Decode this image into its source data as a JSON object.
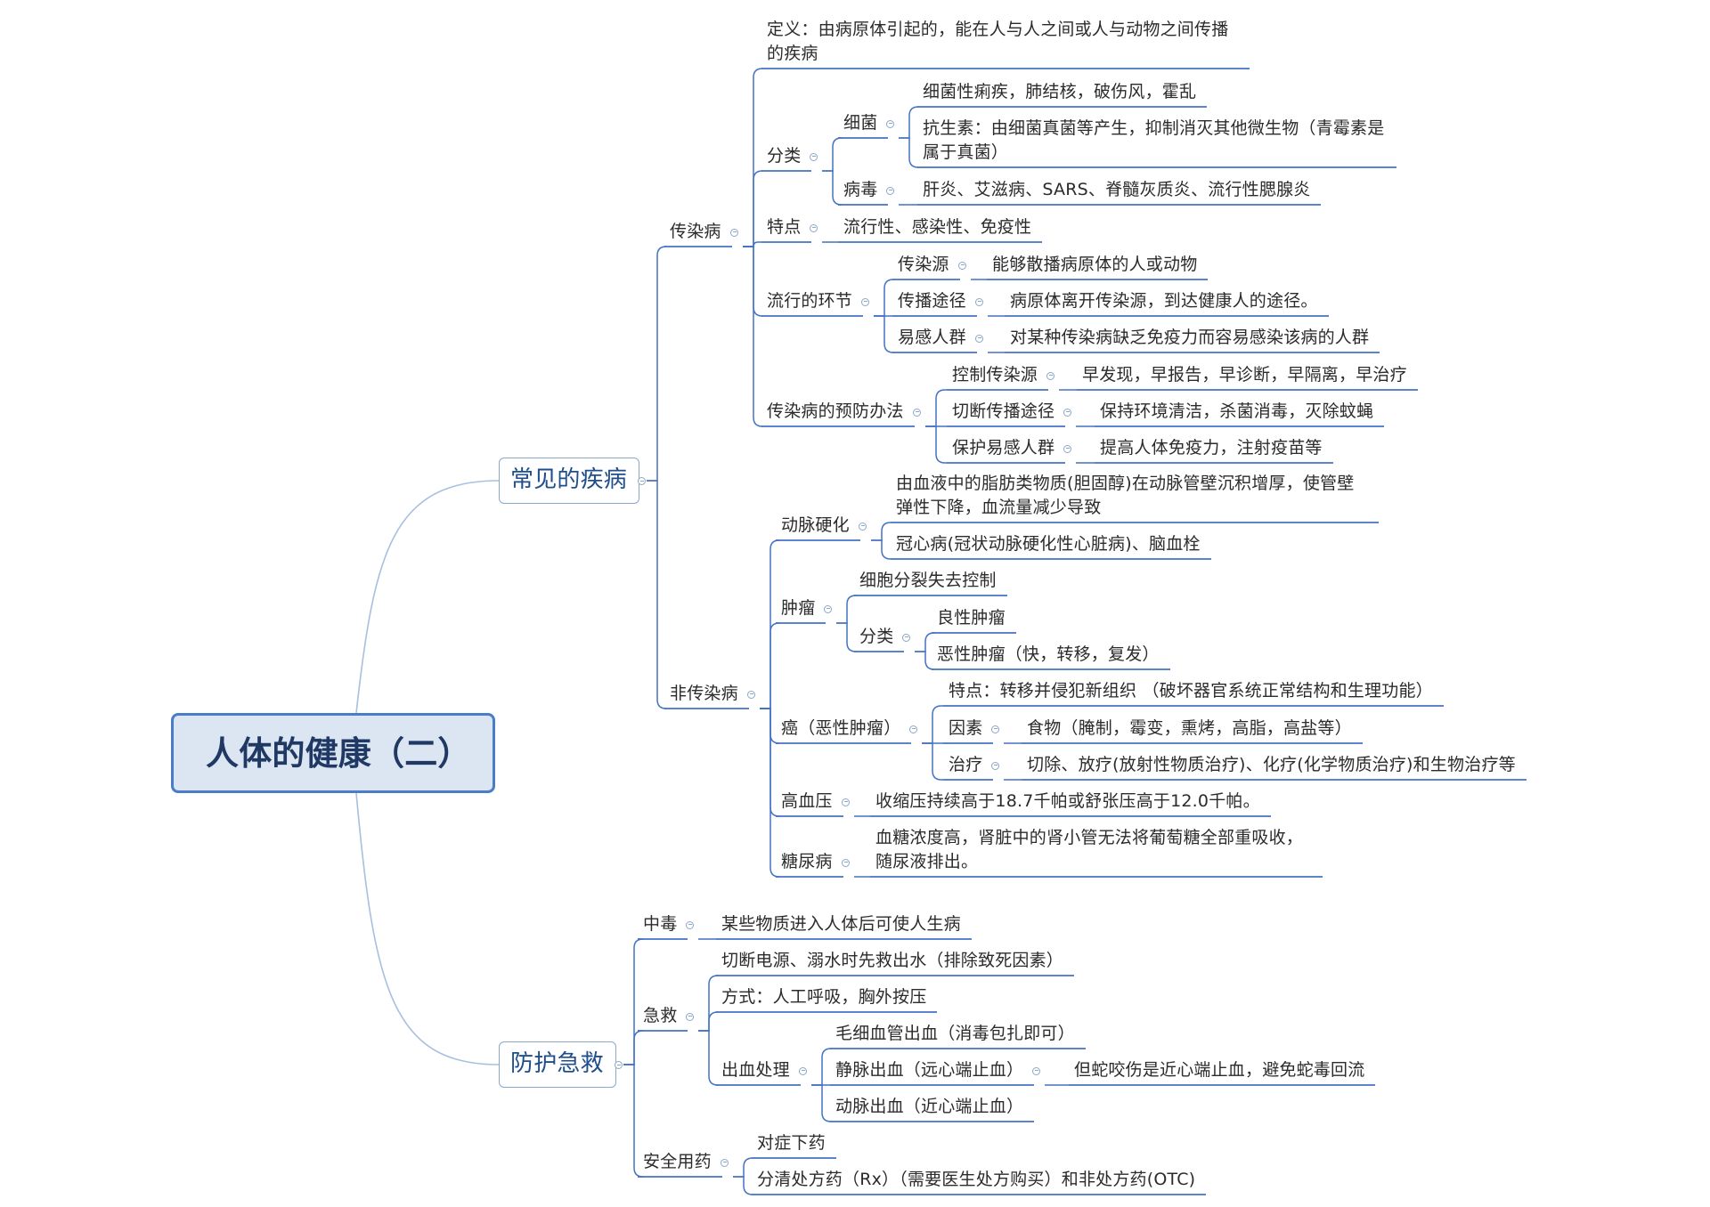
{
  "title": "人体的健康（二）",
  "colors": {
    "underline": "#4472c4",
    "branch": "#a7bfe0",
    "root_fill": "#dce6f2",
    "root_border": "#4a7cc7"
  },
  "branches": {
    "common_diseases": {
      "label": "常见的疾病",
      "infectious": {
        "label": "传染病",
        "definition": "定义：由病原体引起的，能在人与人之间或人与动物之间传播的疾病",
        "classification": {
          "label": "分类",
          "bacteria": {
            "label": "细菌",
            "examples": "细菌性痢疾，肺结核，破伤风，霍乱",
            "antibiotic": "抗生素：由细菌真菌等产生，抑制消灭其他微生物（青霉素是属于真菌）"
          },
          "virus": {
            "label": "病毒",
            "examples": "肝炎、艾滋病、SARS、脊髓灰质炎、流行性腮腺炎"
          }
        },
        "features": {
          "label": "特点",
          "value": "流行性、感染性、免疫性"
        },
        "links": {
          "label": "流行的环节",
          "source": {
            "label": "传染源",
            "value": "能够散播病原体的人或动物"
          },
          "route": {
            "label": "传播途径",
            "value": "病原体离开传染源，到达健康人的途径。"
          },
          "susceptible": {
            "label": "易感人群",
            "value": "对某种传染病缺乏免疫力而容易感染该病的人群"
          }
        },
        "prevention": {
          "label": "传染病的预防办法",
          "control": {
            "label": "控制传染源",
            "value": "早发现，早报告，早诊断，早隔离，早治疗"
          },
          "cut": {
            "label": "切断传播途径",
            "value": "保持环境清洁，杀菌消毒，灭除蚊蝇"
          },
          "protect": {
            "label": "保护易感人群",
            "value": "提高人体免疫力，注射疫苗等"
          }
        }
      },
      "non_infectious": {
        "label": "非传染病",
        "arteriosclerosis": {
          "label": "动脉硬化",
          "cause": "由血液中的脂肪类物质(胆固醇)在动脉管壁沉积增厚，使管壁弹性下降，血流量减少导致",
          "related": "冠心病(冠状动脉硬化性心脏病)、脑血栓"
        },
        "tumor": {
          "label": "肿瘤",
          "cause": "细胞分裂失去控制",
          "classification": {
            "label": "分类",
            "benign": "良性肿瘤",
            "malignant": "恶性肿瘤（快，转移，复发）"
          }
        },
        "cancer": {
          "label": "癌（恶性肿瘤）",
          "feature": "特点：转移并侵犯新组织 （破坏器官系统正常结构和生理功能）",
          "factors": {
            "label": "因素",
            "value": "食物（腌制，霉变，熏烤，高脂，高盐等）"
          },
          "treatment": {
            "label": "治疗",
            "value": "切除、放疗(放射性物质治疗)、化疗(化学物质治疗)和生物治疗等"
          }
        },
        "hypertension": {
          "label": "高血压",
          "value": "收缩压持续高于18.7千帕或舒张压高于12.0千帕。"
        },
        "diabetes": {
          "label": "糖尿病",
          "value": "血糖浓度高，肾脏中的肾小管无法将葡萄糖全部重吸收，随尿液排出。"
        }
      }
    },
    "first_aid": {
      "label": "防护急救",
      "poisoning": {
        "label": "中毒",
        "value": "某些物质进入人体后可使人生病"
      },
      "emergency": {
        "label": "急救",
        "step1": "切断电源、溺水时先救出水（排除致死因素）",
        "methods": "方式：人工呼吸，胸外按压",
        "bleeding": {
          "label": "出血处理",
          "capillary": "毛细血管出血（消毒包扎即可）",
          "vein": {
            "label": "静脉出血（远心端止血）",
            "note": "但蛇咬伤是近心端止血，避免蛇毒回流"
          },
          "artery": "动脉出血（近心端止血）"
        }
      },
      "medication": {
        "label": "安全用药",
        "rule1": "对症下药",
        "rule2": "分清处方药（Rx）（需要医生处方购买）和非处方药(OTC)"
      }
    }
  }
}
